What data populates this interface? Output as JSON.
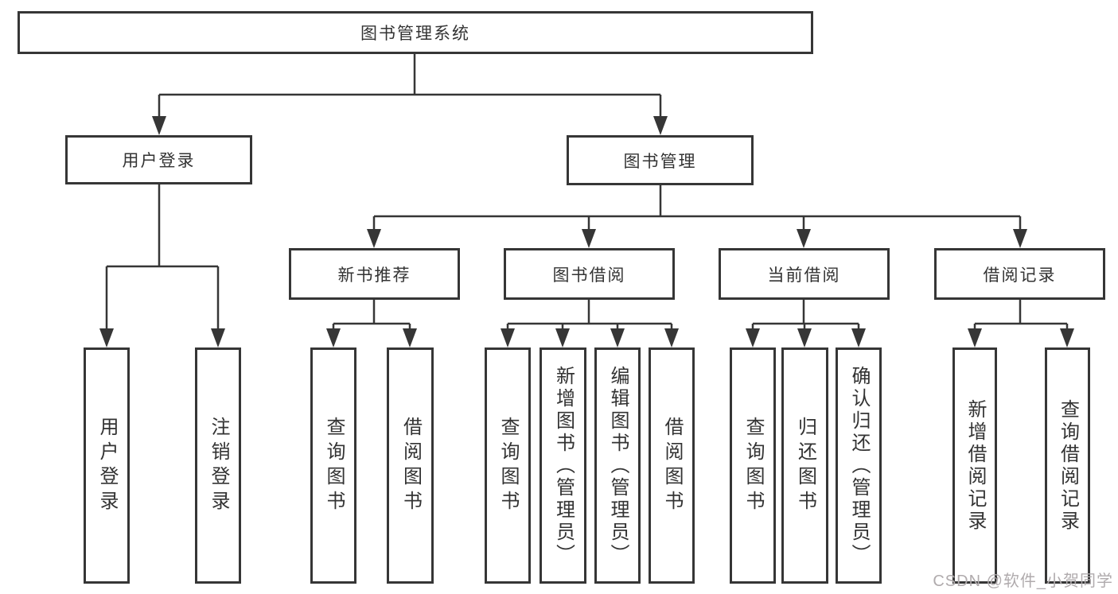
{
  "tree": {
    "root": "图书管理系统",
    "branches": [
      {
        "label": "用户登录",
        "children": [
          "用户登录",
          "注销登录"
        ]
      },
      {
        "label": "图书管理",
        "children": [
          {
            "label": "新书推荐",
            "children": [
              "查询图书",
              "借阅图书"
            ]
          },
          {
            "label": "图书借阅",
            "children": [
              "查询图书",
              "新增图书（管理员）",
              "编辑图书（管理员）",
              "借阅图书"
            ]
          },
          {
            "label": "当前借阅",
            "children": [
              "查询图书",
              "归还图书",
              "确认归还（管理员）"
            ]
          },
          {
            "label": "借阅记录",
            "children": [
              "新增借阅记录",
              "查询借阅记录"
            ]
          }
        ]
      }
    ]
  },
  "watermark": {
    "text": "CSDN @软件_小贺同学"
  },
  "colors": {
    "line": "#363636",
    "box_border": "#363636",
    "text": "#333333",
    "watermark": "#b0abad",
    "background": "#ffffff"
  }
}
